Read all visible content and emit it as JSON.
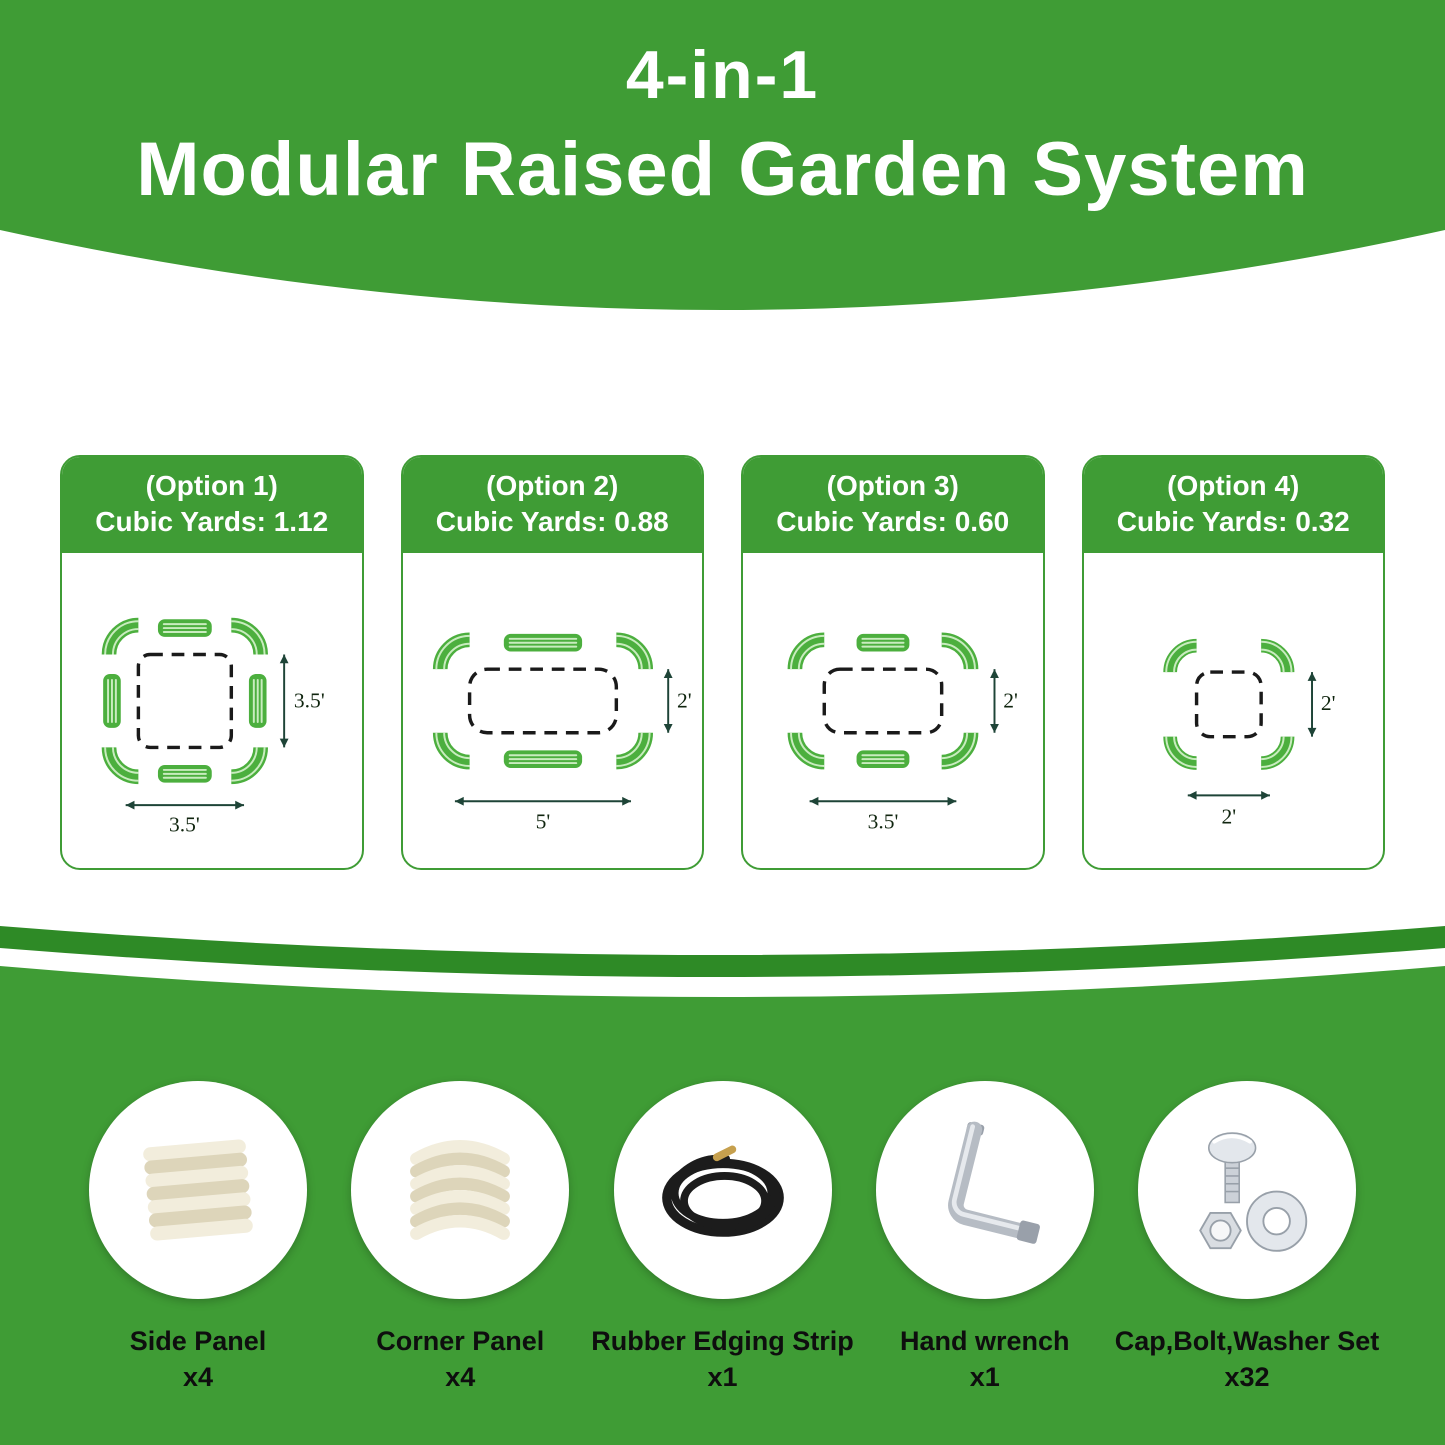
{
  "header": {
    "line1": "4-in-1",
    "line2": "Modular Raised Garden System"
  },
  "options": [
    {
      "title": "(Option 1)",
      "subtitle": "Cubic Yards: 1.12",
      "width": "3.5'",
      "height": "3.5'"
    },
    {
      "title": "(Option 2)",
      "subtitle": "Cubic Yards: 0.88",
      "width": "5'",
      "height": "2'"
    },
    {
      "title": "(Option 3)",
      "subtitle": "Cubic Yards: 0.60",
      "width": "3.5'",
      "height": "2'"
    },
    {
      "title": "(Option 4)",
      "subtitle": "Cubic Yards: 0.32",
      "width": "2'",
      "height": "2'"
    }
  ],
  "parts": [
    {
      "name": "Side Panel",
      "qty": "x4"
    },
    {
      "name": "Corner Panel",
      "qty": "x4"
    },
    {
      "name": "Rubber Edging Strip",
      "qty": "x1"
    },
    {
      "name": "Hand wrench",
      "qty": "x1"
    },
    {
      "name": "Cap,Bolt,Washer Set",
      "qty": "x32"
    }
  ],
  "colors": {
    "green": "#3f9c35",
    "dark_green": "#2e8a26",
    "panel_green": "#4caf3e",
    "arrow": "#1e4437"
  }
}
